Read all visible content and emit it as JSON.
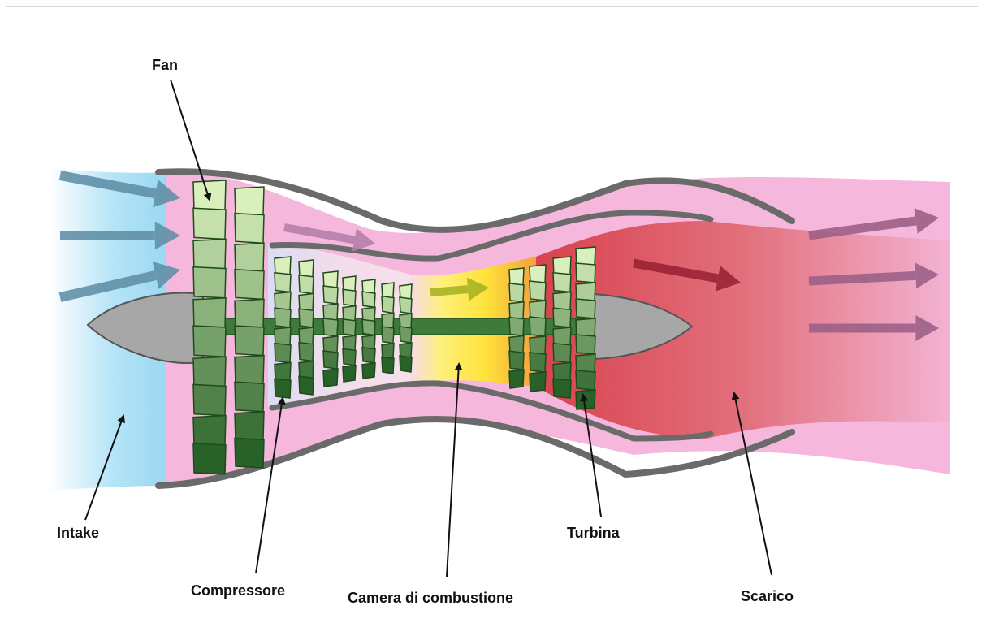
{
  "labels": {
    "fan": "Fan",
    "intake": "Intake",
    "compressor": "Compressore",
    "combustion": "Camera di combustione",
    "turbine": "Turbina",
    "exhaust": "Scarico"
  },
  "colors": {
    "intake_flow": "#a9dff5",
    "bypass_flow": "#f6b9dc",
    "core_flow": "#ece2f5",
    "combustion_hot": "#ffe94a",
    "exhaust_hot": "#dc4e5e",
    "casing": "#6e6e6e",
    "spinner": "#a7a7a7",
    "blade_light": "#d9f0b8",
    "blade_dark": "#2f6a2c"
  },
  "icons": {
    "flow_arrow": "arrow-right-icon",
    "leader_line": "leader-arrow-icon"
  }
}
